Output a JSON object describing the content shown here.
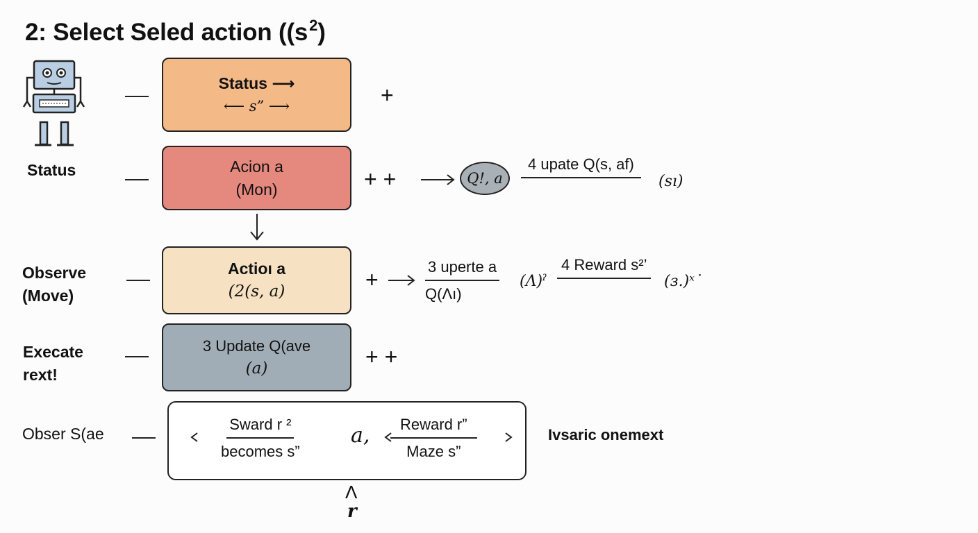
{
  "title": {
    "text": "2: Select Seled action ((s",
    "sup": "2",
    "close": ")"
  },
  "side_labels": {
    "status": "Status",
    "observe_1": "Observe",
    "observe_2": "(Move)",
    "execute_1": "Execate",
    "execute_2": "rext!",
    "obser": "Obser S(ae"
  },
  "boxes": {
    "status": {
      "line1": "Status ⟶",
      "line2": "⟵ s” ⟶",
      "color": "#f3b987"
    },
    "action_mon": {
      "line1": "Acion a",
      "line2": "(Mon)",
      "color": "#e5897f"
    },
    "action_q": {
      "line1": "Actioı a",
      "line2": "(2(s, a)",
      "color": "#f6e1c2"
    },
    "update": {
      "line1": "3 Update Q(ave",
      "line2": "(a)",
      "color": "#a1adb6"
    },
    "bottom": {
      "left_num": "Sward r ²",
      "left_den": "becomes s”",
      "center": "a,",
      "right_num": "Reward r”",
      "right_den": "Maze s”"
    }
  },
  "plus_signs": {
    "row1": "+",
    "row2": "+ +",
    "row3": "+",
    "row4": "+ +"
  },
  "row2_right": {
    "oval": "Q!, a",
    "frac_num": "4 upate Q(s, af)",
    "suffix": "(sı)"
  },
  "row3_right": {
    "frac1_num": "3 uperte a",
    "frac1_den": "Q(Λı)",
    "mid": "(Λ)ˀ",
    "frac2_num": "4 Reward s²’",
    "suffix": "(з.)ˣ˙"
  },
  "bottom_right_label": "Ivsaric onemext",
  "below_label": "r",
  "below_arrow": "Λ",
  "colors": {
    "oval": "#a9b1b6",
    "robot": "#b9cde3"
  }
}
